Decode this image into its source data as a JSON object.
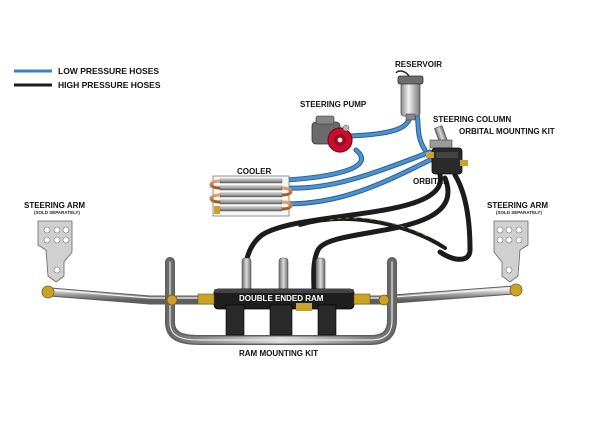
{
  "legend": {
    "items": [
      {
        "label": "LOW PRESSURE HOSES",
        "color": "#3b82c4"
      },
      {
        "label": "HIGH PRESSURE HOSES",
        "color": "#1c1c1c"
      }
    ]
  },
  "labels": {
    "reservoir": "RESERVOIR",
    "steering_pump": "STEERING PUMP",
    "steering_column": "STEERING COLUMN",
    "orbital_mounting_kit": "ORBITAL MOUNTING KIT",
    "cooler": "COOLER",
    "orbital": "ORBITAL",
    "steering_arm_left": "STEERING ARM",
    "steering_arm_left_note": "(SOLD SEPARATELY)",
    "steering_arm_right": "STEERING ARM",
    "steering_arm_right_note": "(SOLD SEPARATELY)",
    "double_ended_ram": "DOUBLE ENDED RAM",
    "ram_mounting_kit": "RAM MOUNTING KIT"
  },
  "colors": {
    "low_pressure": "#3b82c4",
    "high_pressure": "#1c1c1c",
    "pump_red": "#c8102e",
    "metal": "#a9a9a9",
    "brass": "#c9a227"
  }
}
